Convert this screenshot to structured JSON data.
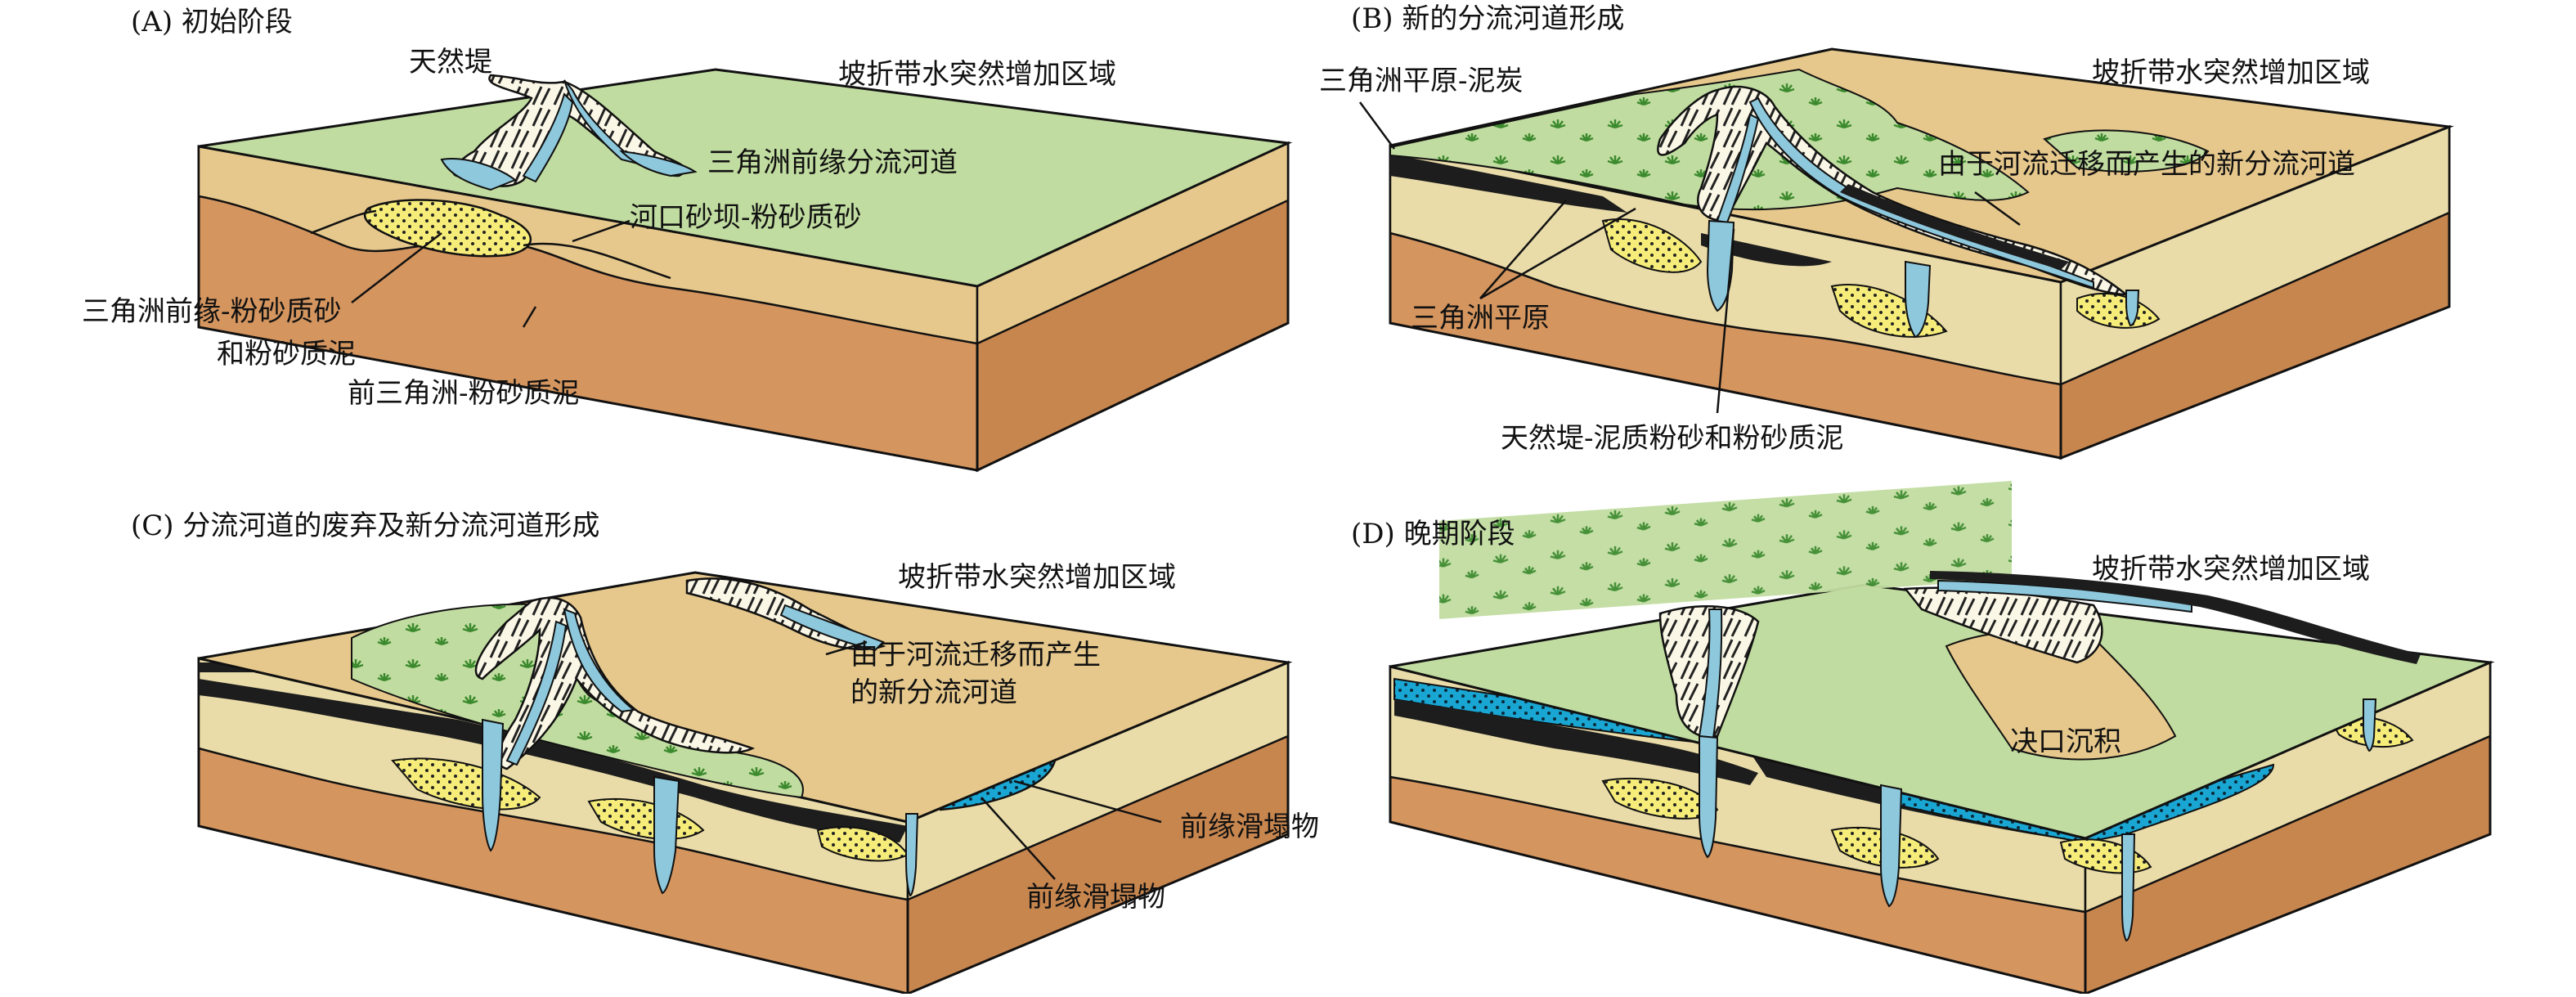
{
  "colors": {
    "mud_orange": "#d4955f",
    "shelf_sand": "#e6c88c",
    "plain_green": "#c1dca0",
    "water_blue": "#8dc8dc",
    "sand_yellow": "#f6ec7a",
    "silt_cream": "#eadca9",
    "peat_black": "#1d1d1d",
    "slump_blue": "#1aa6d3",
    "levee_white": "#fbf7e6"
  },
  "panels": {
    "a": {
      "title": "(A) 初始阶段",
      "labels": {
        "levee": "天然堤",
        "shelf_break": "坡折带水突然增加区域",
        "front_channel": "三角洲前缘分流河道",
        "mouth_bar": "河口砂坝-粉砂质砂",
        "front_sand_1": "三角洲前缘-粉砂质砂",
        "front_sand_2": "和粉砂质泥",
        "prodelta": "前三角洲-粉砂质泥"
      }
    },
    "b": {
      "title": "(B) 新的分流河道形成",
      "labels": {
        "plain_peat": "三角洲平原-泥炭",
        "shelf_break": "坡折带水突然增加区域",
        "migration": "由于河流迁移而产生的新分流河道",
        "plain": "三角洲平原",
        "levee_mud": "天然堤-泥质粉砂和粉砂质泥"
      }
    },
    "c": {
      "title": "(C) 分流河道的废弃及新分流河道形成",
      "labels": {
        "shelf_break": "坡折带水突然增加区域",
        "migration_1": "由于河流迁移而产生",
        "migration_2": "的新分流河道",
        "slump_1": "前缘滑塌物",
        "slump_2": "前缘滑塌物"
      }
    },
    "d": {
      "title": "(D) 晚期阶段",
      "labels": {
        "shelf_break": "坡折带水突然增加区域",
        "crevasse": "决口沉积"
      }
    }
  }
}
